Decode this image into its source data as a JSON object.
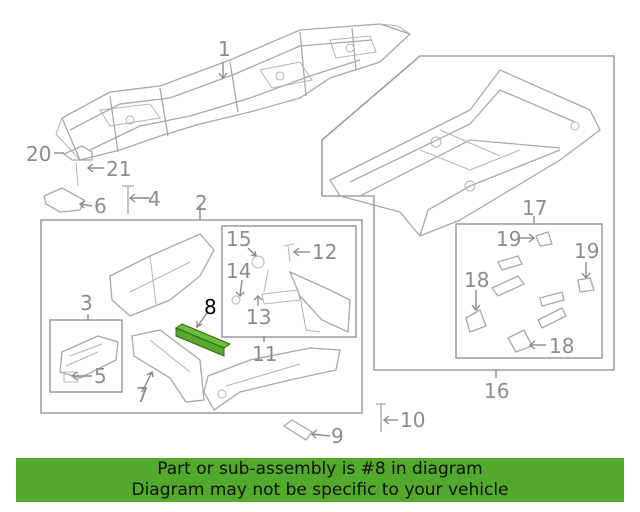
{
  "callouts": {
    "c1": "1",
    "c2": "2",
    "c3": "3",
    "c4": "4",
    "c5": "5",
    "c6": "6",
    "c7": "7",
    "c8": "8",
    "c9": "9",
    "c10": "10",
    "c11": "11",
    "c12": "12",
    "c13": "13",
    "c14": "14",
    "c15": "15",
    "c16": "16",
    "c17": "17",
    "c18a": "18",
    "c18b": "18",
    "c19a": "19",
    "c19b": "19",
    "c20": "20",
    "c21": "21"
  },
  "highlight": {
    "part_number": "8",
    "color": "#6abf3a"
  },
  "banner": {
    "line1": "Part or sub-assembly is #8 in diagram",
    "line2": "Diagram may not be specific to your vehicle",
    "color": "#53a92b"
  }
}
